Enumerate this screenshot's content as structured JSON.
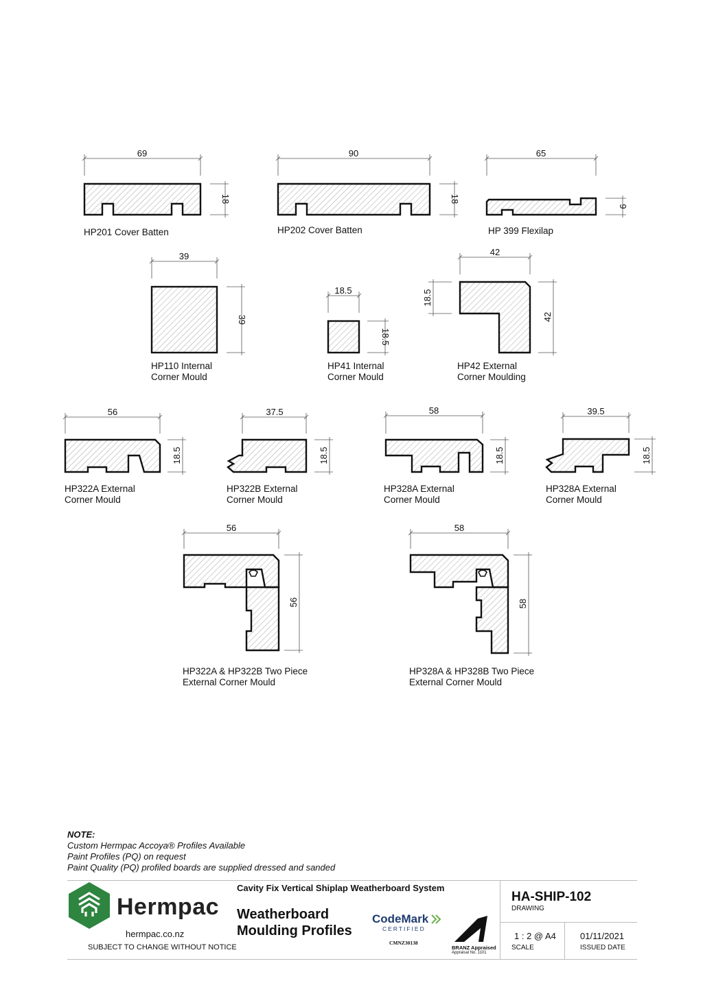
{
  "profiles": [
    {
      "label_lines": [
        "HP201 Cover Batten"
      ],
      "width": "69",
      "height": "18"
    },
    {
      "label_lines": [
        "HP202 Cover Batten"
      ],
      "width": "90",
      "height": "18"
    },
    {
      "label_lines": [
        "HP 399 Flexilap"
      ],
      "width": "65",
      "height": "9"
    },
    {
      "label_lines": [
        "HP110 Internal",
        "Corner Mould"
      ],
      "width": "39",
      "height": "39"
    },
    {
      "label_lines": [
        "HP41 Internal",
        "Corner Mould"
      ],
      "width": "18.5",
      "height": "18.5"
    },
    {
      "label_lines": [
        "HP42 External",
        "Corner Moulding"
      ],
      "width": "42",
      "height": "42",
      "flange": "18.5"
    },
    {
      "label_lines": [
        "HP322A External",
        "Corner Mould"
      ],
      "width": "56",
      "height": "18.5"
    },
    {
      "label_lines": [
        "HP322B External",
        "Corner Mould"
      ],
      "width": "37.5",
      "height": "18.5"
    },
    {
      "label_lines": [
        "HP328A External",
        "Corner Mould"
      ],
      "width": "58",
      "height": "18.5"
    },
    {
      "label_lines": [
        "HP328A External",
        "Corner Mould"
      ],
      "width": "39.5",
      "height": "18.5"
    },
    {
      "label_lines": [
        "HP322A & HP322B Two Piece",
        "External Corner Mould"
      ],
      "width": "56",
      "height": "56"
    },
    {
      "label_lines": [
        "HP328A & HP328B Two Piece",
        "External Corner Mould"
      ],
      "width": "58",
      "height": "58"
    }
  ],
  "note": {
    "title": "NOTE:",
    "lines": [
      "Custom Hermpac Accoya® Profiles Available",
      "Paint Profiles (PQ) on request",
      "Paint Quality (PQ) profiled boards are supplied dressed and sanded"
    ]
  },
  "title_block": {
    "company": "Hermpac",
    "website": "hermpac.co.nz",
    "disclaimer": "SUBJECT TO CHANGE WITHOUT NOTICE",
    "system": "Cavity Fix Vertical Shiplap Weatherboard System",
    "title_line1": "Weatherboard",
    "title_line2": "Moulding Profiles",
    "codemark": "CodeMark",
    "codemark_sub": "CERTIFIED",
    "codemark_no": "CMNZ30138",
    "branz": "BRANZ Appraised",
    "branz_no": "Appraisal No. 1101",
    "drawing_no": "HA-SHIP-102",
    "drawing_label": "DRAWING",
    "scale": "1 : 2 @ A4",
    "scale_label": "SCALE",
    "date": "01/11/2021",
    "date_label": "ISSUED DATE"
  },
  "colors": {
    "accent": "#2e8540",
    "line": "#111111",
    "hatch": "#9a9a9a"
  }
}
